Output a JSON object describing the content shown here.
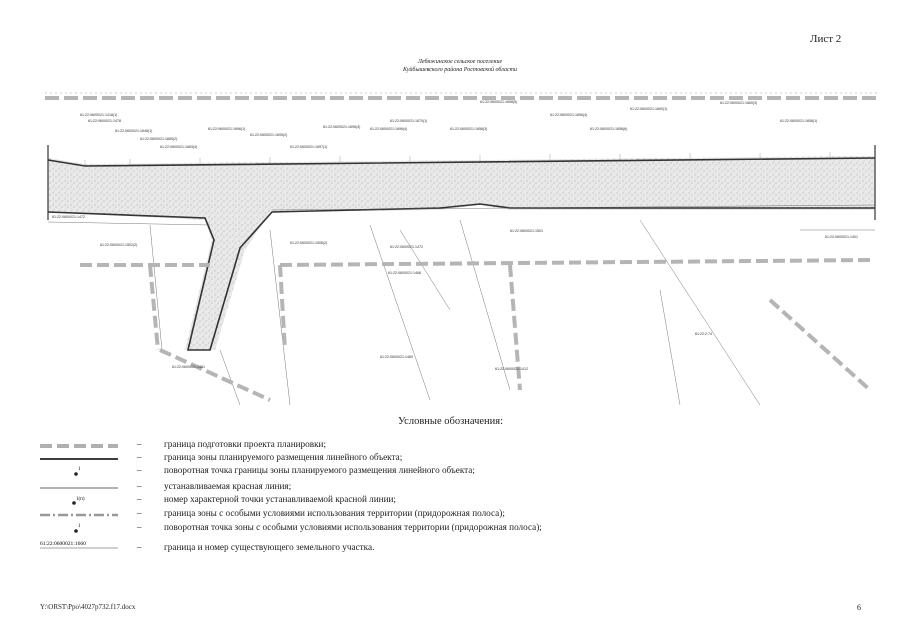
{
  "sheet": {
    "label": "Лист 2"
  },
  "map": {
    "caption_line1": "Лебяжинское сельское поселение",
    "caption_line2": "Куйбышевского района Ростовской области",
    "parcels_top": [
      "61:22:0600021:1418(1)",
      "61:22:0600021:1478",
      "61:22:0600021:1648(1)",
      "61:22:0600021:1685(2)",
      "61:22:0600021:1683(4)",
      "61:22:0600021:1696(1)",
      "61:22:0600021:1695(2)",
      "61:22:0600021:1697(1)",
      "61:22:0600021:1696(3)",
      "61:22:0600021:1696(4)",
      "61:22:0600021:1670(1)",
      "61:22:0600021:1658(3)",
      "61:22:0600021:1658(5)",
      "61:22:0600021:1656(4)",
      "61:22:0600021:1658(6)",
      "61:22:0600021:1660(1)",
      "61:22:0600021:1660(3)",
      "61:22:0600021:1658(1)"
    ],
    "parcels_bottom": [
      "61:22:0600021:1472",
      "61:22:0600021:1502(2)",
      "61:22:0600021:1506(2)",
      "61:22:0600021:1472",
      "61:22:0600021:1501",
      "61:22:0600021:1468",
      "61:22:0600021:1481",
      "61:22:0600021:1469",
      "61:22:0600021:1412",
      "61:22:0600021:1401",
      "61:22:2:74"
    ]
  },
  "legend": {
    "title": "Условные обозначения:",
    "dash": "–",
    "items": [
      {
        "text": "граница подготовки проекта планировки;"
      },
      {
        "text": "граница зоны планируемого размещения линейного объекта;"
      },
      {
        "text": "поворотная точка границы зоны планируемого размещения линейного объекта;"
      },
      {
        "text": "устанавливаемая красная линия;"
      },
      {
        "text": "номер характерной точки устанавливаемой красной линии;"
      },
      {
        "text": "граница зоны с особыми условиями использования территории (придорожная полоса);"
      },
      {
        "text": "поворотная точка зоны с особыми условиями использования территории (придорожная полоса);"
      },
      {
        "text": "граница и номер существующего земельного участка."
      }
    ],
    "symbol_labels": {
      "point_num": "1",
      "red_point_num": "1(п)",
      "zone_point_num": "1",
      "parcel_sample": "61:22:0600021:1660"
    }
  },
  "footer": {
    "path": "Y:\\ORST\\Ppo\\4027p732.f17.docx",
    "page": "6"
  }
}
